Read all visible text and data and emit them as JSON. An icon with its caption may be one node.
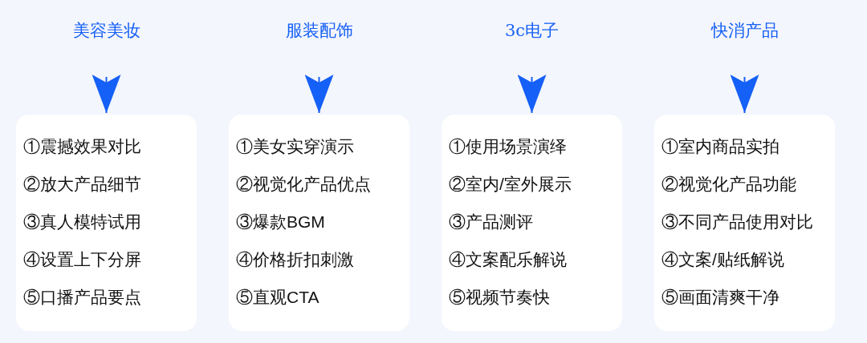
{
  "diagram": {
    "nodes": [
      {
        "text": [
          "美容美妆"
        ]
      },
      {
        "text": [
          "服装配饰"
        ]
      },
      {
        "text": [
          "3c电子"
        ]
      },
      {
        "text": [
          "快消产品"
        ]
      },
      {
        "text": [
          "①震撼效果对比",
          "②放大产品细节",
          "③真人模特试用",
          "④设置上下分屏",
          "⑤口播产品要点"
        ]
      },
      {
        "text": [
          "①美女实穿演示",
          "②视觉化产品优点",
          "③爆款BGM",
          "④价格折扣刺激",
          "⑤直观CTA"
        ]
      },
      {
        "text": [
          "①使用场景演绎",
          "②室内/室外展示",
          "③产品测评",
          "④文案配乐解说",
          "⑤视频节奏快"
        ]
      },
      {
        "text": [
          "①室内商品实拍",
          "②视觉化产品功能",
          "③不同产品使用对比",
          "④文案/贴纸解说",
          "⑤画面清爽干净"
        ]
      }
    ],
    "edges": [
      {
        "from": 0,
        "to": 4,
        "arrow": "to"
      },
      {
        "from": 1,
        "to": 5,
        "arrow": "to"
      },
      {
        "from": 2,
        "to": 6,
        "arrow": "to"
      },
      {
        "from": 3,
        "to": 7,
        "arrow": "to"
      }
    ]
  }
}
